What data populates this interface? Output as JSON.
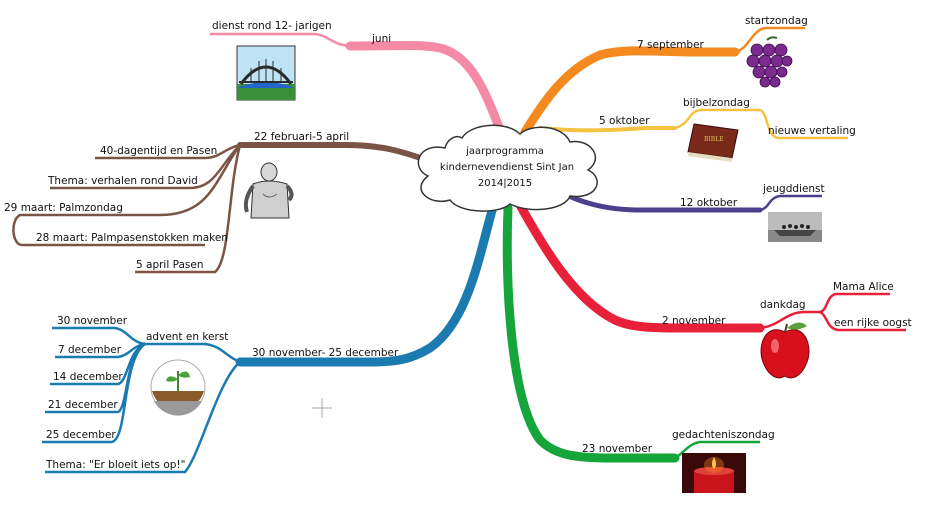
{
  "center": {
    "line1": "jaarprogramma",
    "line2": "kindernevendienst Sint Jan",
    "line3": "2014|2015"
  },
  "branches": {
    "juni": {
      "label": "juni",
      "color": "#f48aa6",
      "children": [
        "dienst rond 12- jarigen"
      ],
      "icon": "bridge-icon"
    },
    "feb_apr": {
      "label": "22 februari-5 april",
      "color": "#7a5444",
      "children": [
        "40-dagentijd en Pasen",
        "Thema: verhalen rond David",
        "29 maart: Palmzondag",
        "28 maart: Palmpasenstokken maken",
        "5 april Pasen"
      ],
      "icon": "david-statue-icon"
    },
    "nov_dec": {
      "label": "30 november- 25 december",
      "color": "#1b7bb0",
      "sub_label": "advent en kerst",
      "children": [
        "30 november",
        "7 december",
        "14 december",
        "21 december",
        "25 december"
      ],
      "theme": "Thema: \"Er bloeit iets op!\"",
      "icon": "seedling-icon"
    },
    "sep": {
      "label": "7 september",
      "color": "#f48a1f",
      "children": [
        "startzondag"
      ],
      "icon": "grapes-icon"
    },
    "okt5": {
      "label": "5 oktober",
      "color": "#f5c242",
      "children": [
        "bijbelzondag",
        "nieuwe vertaling"
      ],
      "icon": "bible-icon"
    },
    "okt12": {
      "label": "12 oktober",
      "color": "#4b3f8e",
      "children": [
        "jeugddienst"
      ],
      "icon": "boat-icon"
    },
    "nov2": {
      "label": "2 november",
      "color": "#e8203a",
      "sub_label": "dankdag",
      "children": [
        "Mama Alice",
        "een rijke oogst"
      ],
      "icon": "apple-icon"
    },
    "nov23": {
      "label": "23 november",
      "color": "#16a53a",
      "children": [
        "gedachteniszondag"
      ],
      "icon": "candle-icon"
    }
  }
}
